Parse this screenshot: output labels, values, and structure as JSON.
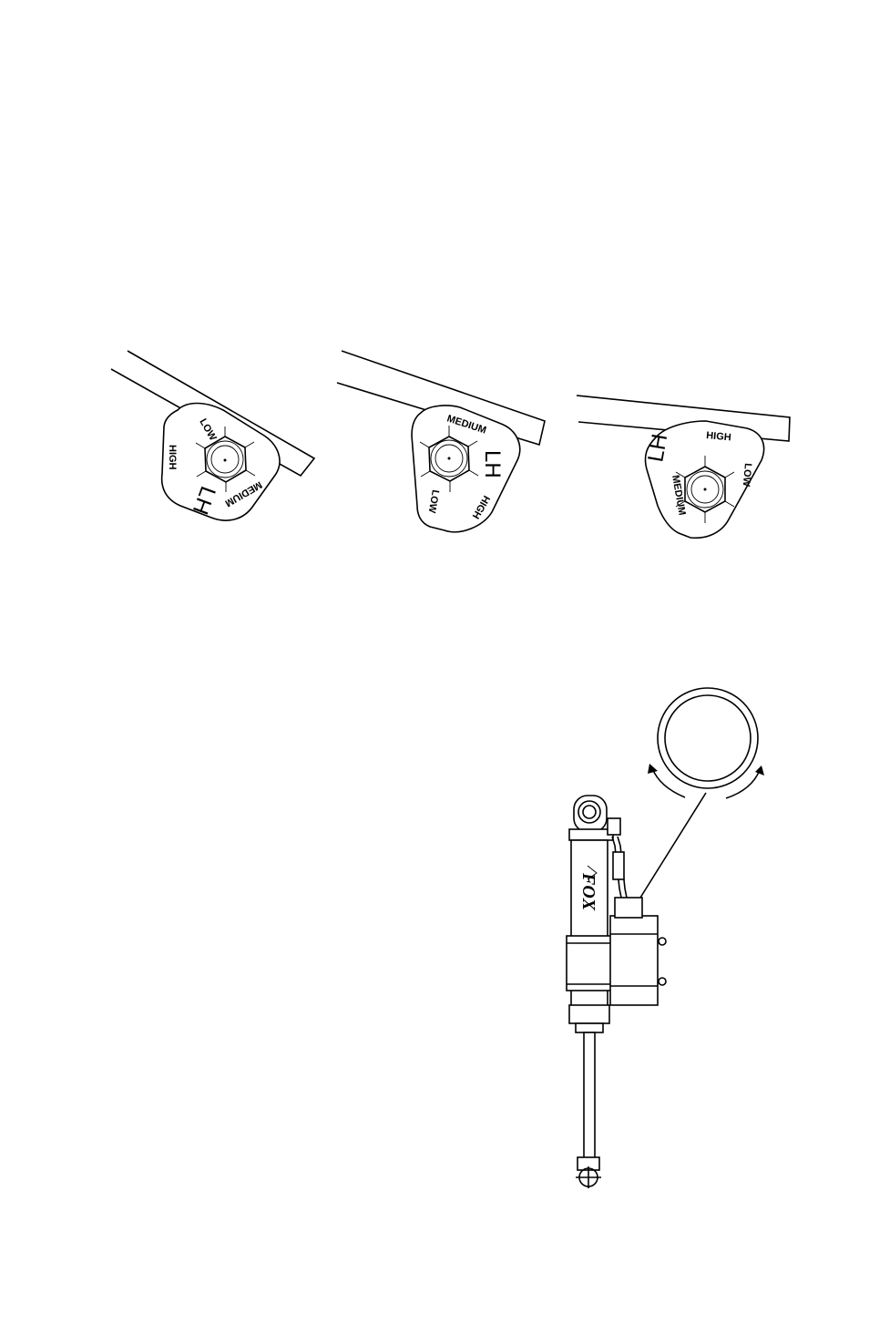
{
  "diagram": {
    "cam_views": [
      {
        "id": "left",
        "labels": {
          "low": "LOW",
          "medium": "MEDIUM",
          "high": "HIGH",
          "side": "LH"
        }
      },
      {
        "id": "middle",
        "labels": {
          "low": "LOW",
          "medium": "MEDIUM",
          "high": "HIGH",
          "side": "LH"
        }
      },
      {
        "id": "right",
        "labels": {
          "low": "LOW",
          "medium": "MEDIUM",
          "high": "HIGH",
          "side": "LH"
        }
      }
    ],
    "shock": {
      "logo_text": "FOX",
      "adjuster_detail": "adjustment-knob-rotation"
    }
  }
}
